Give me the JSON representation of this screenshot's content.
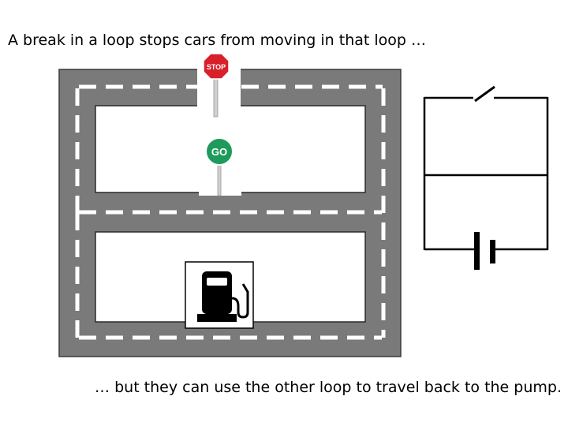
{
  "heading": "A break in a loop stops cars from moving in that loop …",
  "caption": "… but they can use the other loop to travel back to the pump.",
  "signs": {
    "stop": "STOP",
    "go": "GO"
  },
  "icons": {
    "stop_sign": "stop-sign-icon",
    "go_sign": "go-sign-icon",
    "fuel_pump": "fuel-pump-icon",
    "battery": "battery-icon",
    "switch": "open-switch-icon"
  },
  "colors": {
    "road": "#7a7a7a",
    "road_border": "#3a3a3a",
    "lane_marking": "#ffffff",
    "stop_red": "#d8202a",
    "go_green": "#1e9a5b",
    "wire": "#000000"
  },
  "switch_state": "open"
}
